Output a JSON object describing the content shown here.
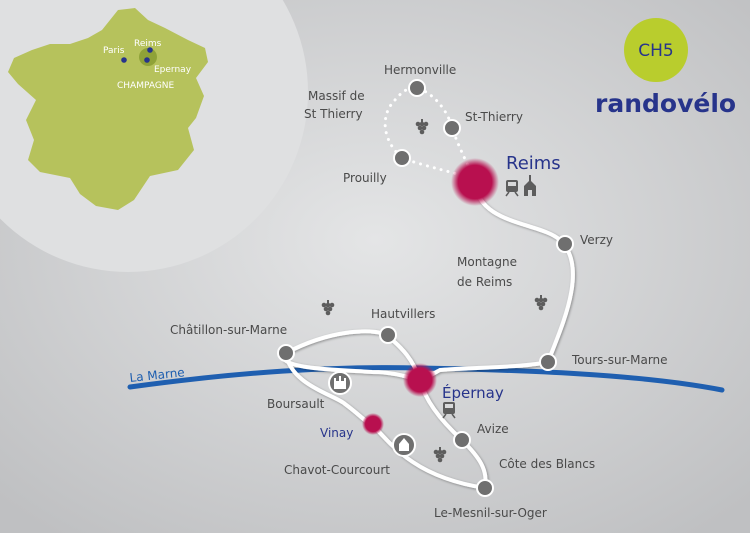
{
  "badge": {
    "label": "CH5",
    "color": "#b9cd2d"
  },
  "brand": "randovélo",
  "inset": {
    "region_label": "CHAMPAGNE",
    "cities": [
      "Paris",
      "Reims",
      "Epernay"
    ],
    "france_color": "#b6c25c"
  },
  "river": {
    "label": "La Marne",
    "color": "#1f5fb0"
  },
  "major_towns": {
    "reims": "Reims",
    "epernay": "Épernay",
    "vinay": "Vinay"
  },
  "towns": {
    "hermonville": "Hermonville",
    "massif_line1": "Massif de",
    "massif_line2": "St Thierry",
    "st_thierry": "St-Thierry",
    "prouilly": "Prouilly",
    "verzy": "Verzy",
    "montagne_line1": "Montagne",
    "montagne_line2": "de Reims",
    "hautvillers": "Hautvillers",
    "chatillon": "Châtillon-sur-Marne",
    "tours": "Tours-sur-Marne",
    "boursault": "Boursault",
    "avize": "Avize",
    "cote_blancs": "Côte des Blancs",
    "chavot": "Chavot-Courcourt",
    "mesnil": "Le-Mesnil-sur-Oger"
  },
  "icons": [
    "grape-icon",
    "train-icon",
    "church-icon",
    "castle-icon"
  ],
  "colors": {
    "route": "#ffffff",
    "town_marker": "#6f6f6f",
    "major_marker": "#b0104f"
  }
}
